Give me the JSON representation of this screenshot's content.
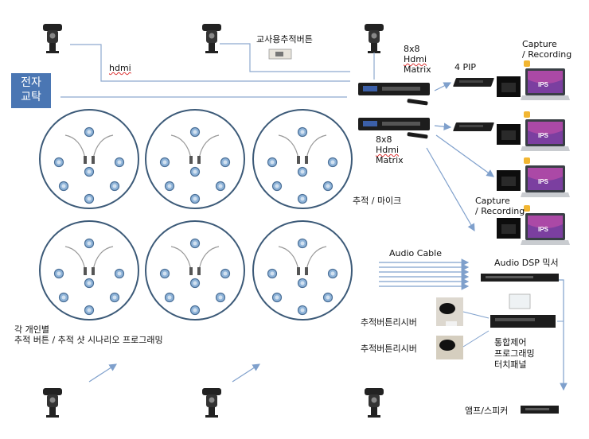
{
  "board": {
    "line1": "전자",
    "line2": "교탁"
  },
  "labels": {
    "hdmi": "hdmi",
    "teacher_button": "교사용추적버튼",
    "matrix_top": [
      "8x8",
      "Hdmi",
      "Matrix"
    ],
    "matrix_bottom": [
      "8x8",
      "Hdmi",
      "Matrix"
    ],
    "pip": "4 PIP",
    "capture_top": [
      "Capture",
      "/ Recording"
    ],
    "capture_mid": [
      "Capture",
      "/ Recording"
    ],
    "tracking_mic": "추적 / 마이크",
    "audio_cable": "Audio Cable",
    "audio_dsp": "Audio DSP 믹서",
    "receiver_1": "추적버튼리시버",
    "receiver_2": "추적버튼리시버",
    "control": [
      "통합제어",
      "프로그래밍",
      "터치패널"
    ],
    "amp": "앰프/스피커",
    "scenario": [
      "각 개인별",
      "추적 버튼 / 추적 샷 시나리오 프로그래밍"
    ]
  },
  "laptop_screen_text": "IPS",
  "colors": {
    "accent_blue": "#4a76b3",
    "line_blue": "#8ea9cf",
    "circle_stroke": "#3c5a78",
    "seat_fill": "#8fb4d9"
  }
}
